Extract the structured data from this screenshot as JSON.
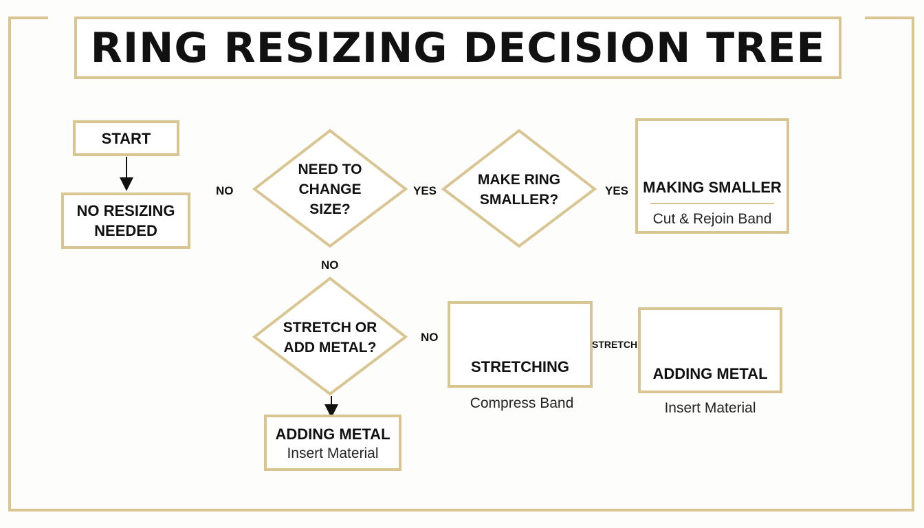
{
  "title": "RING RESIZING DECISION TREE",
  "colors": {
    "accent": "#d9c592",
    "text": "#111111",
    "background": "#fdfdfb"
  },
  "nodes": {
    "start": {
      "label": "START"
    },
    "no_resizing": {
      "label": "NO RESIZING NEEDED"
    },
    "need_change": {
      "label": "NEED TO CHANGE SIZE?"
    },
    "make_smaller": {
      "label": "MAKE RING SMALLER?"
    },
    "making_smaller": {
      "title": "MAKING SMALLER",
      "subtitle": "Cut & Rejoin Band",
      "icon": "minus-circle-icon"
    },
    "stretch_or_add": {
      "label": "STRETCH OR ADD METAL?"
    },
    "adding_metal_bottom": {
      "title": "ADDING METAL",
      "subtitle": "Insert Material"
    },
    "stretching": {
      "title": "STRETCHING",
      "caption": "Compress Band",
      "icon": "swap-arrows-circle-icon"
    },
    "adding_metal_right": {
      "title": "ADDING METAL",
      "caption": "Insert Material",
      "icon": "plus-circle-icon"
    }
  },
  "edge_labels": {
    "need_change_left": "NO",
    "need_change_right": "YES",
    "make_smaller_right": "YES",
    "need_change_down": "NO",
    "stretch_or_add_right": "NO",
    "stretching_right": "STRETCH"
  }
}
